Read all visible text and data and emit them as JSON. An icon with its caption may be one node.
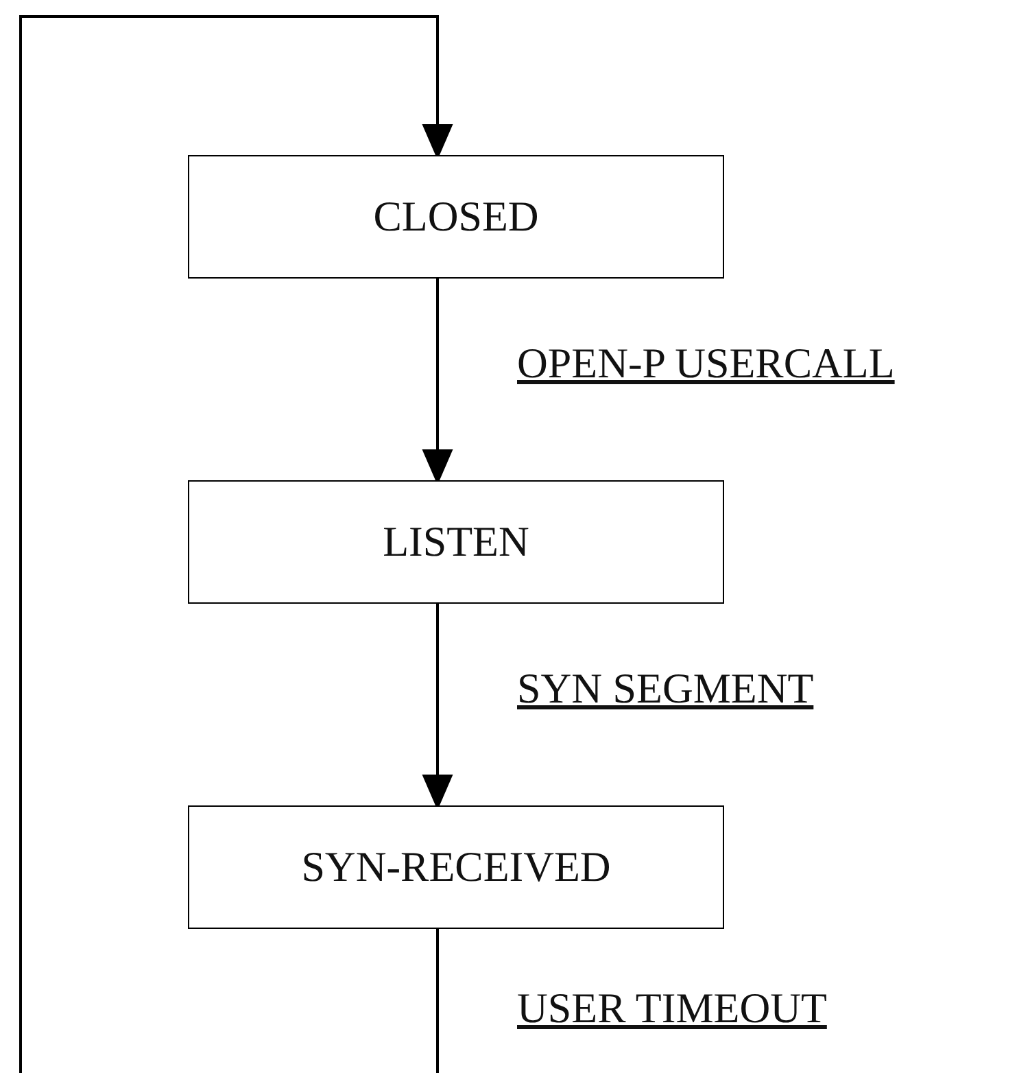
{
  "diagram": {
    "nodes": [
      {
        "text": [
          "CLOSED"
        ]
      },
      {
        "text": [
          "LISTEN"
        ]
      },
      {
        "text": [
          "SYN-RECEIVED"
        ]
      }
    ],
    "edges": [
      {
        "from": 0,
        "to": 1,
        "arrow": "to",
        "label": "OPEN-P USERCALL"
      },
      {
        "from": 1,
        "to": 2,
        "arrow": "to",
        "label": "SYN SEGMENT"
      },
      {
        "from": 2,
        "to": 0,
        "arrow": "to",
        "label": "USER TIMEOUT"
      }
    ]
  }
}
